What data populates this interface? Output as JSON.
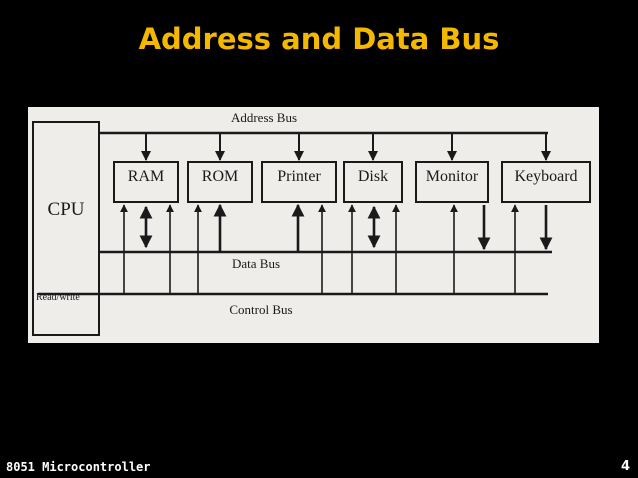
{
  "slide": {
    "title": "Address and Data Bus",
    "footer_left": "8051 Microcontroller",
    "page_number": "4"
  },
  "diagram": {
    "cpu_label": "CPU",
    "read_write_label": "Read/write",
    "address_bus_label": "Address Bus",
    "data_bus_label": "Data Bus",
    "control_bus_label": "Control Bus",
    "devices": [
      {
        "label": "RAM"
      },
      {
        "label": "ROM"
      },
      {
        "label": "Printer"
      },
      {
        "label": "Disk"
      },
      {
        "label": "Monitor"
      },
      {
        "label": "Keyboard"
      }
    ]
  },
  "colors": {
    "title": "#f5b800",
    "background": "#000000",
    "diagram_background": "#eeedea"
  }
}
